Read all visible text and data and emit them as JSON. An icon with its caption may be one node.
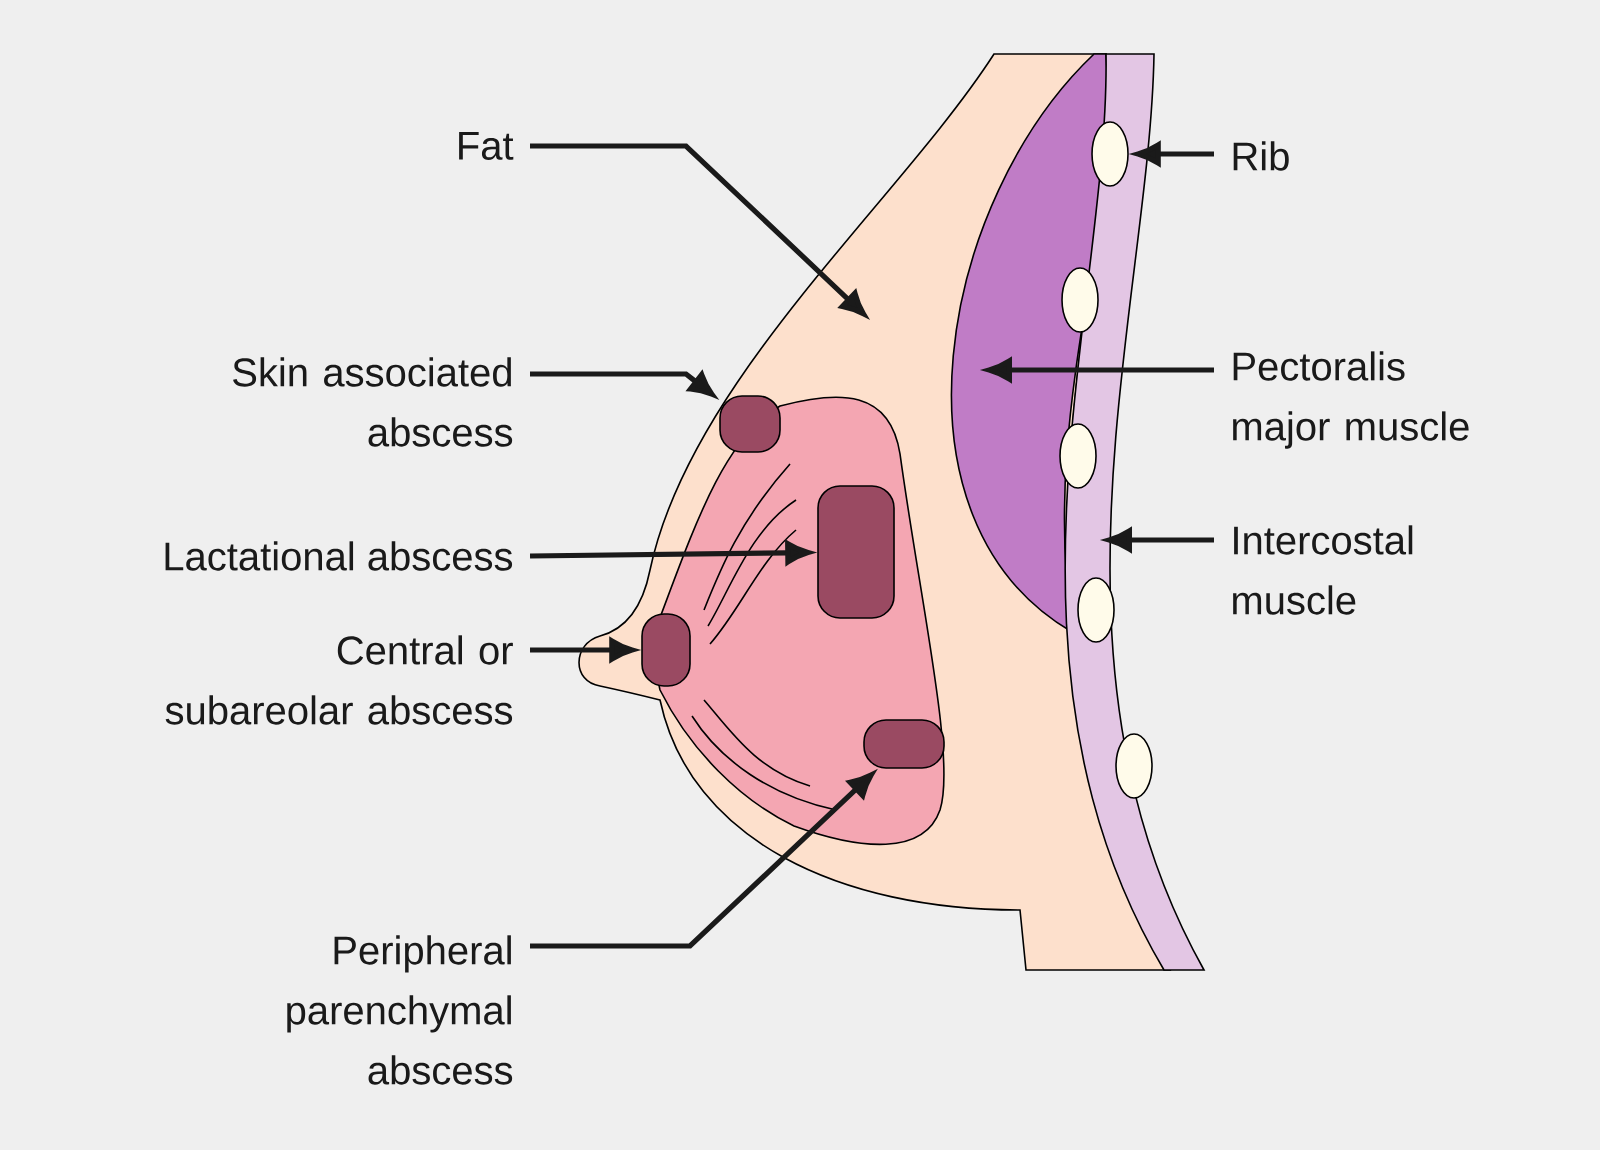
{
  "diagram": {
    "nodes": [
      {
        "text": [
          "Fat"
        ]
      },
      {
        "text": [
          "Skin associated abscess"
        ]
      },
      {
        "text": [
          "Lactational abscess"
        ]
      },
      {
        "text": [
          "Central or subareolar abscess"
        ]
      },
      {
        "text": [
          "Peripheral parenchymal abscess"
        ]
      },
      {
        "text": [
          "Rib"
        ]
      },
      {
        "text": [
          "Pectoralis major muscle"
        ]
      },
      {
        "text": [
          "Intercostal muscle"
        ]
      },
      {
        "text": [],
        "shape": "blob"
      },
      {
        "text": [],
        "shape": "blob"
      },
      {
        "text": [],
        "shape": "blob"
      },
      {
        "text": [],
        "shape": "blob"
      },
      {
        "text": [],
        "shape": "ellipse"
      },
      {
        "text": [],
        "shape": "ellipse"
      },
      {
        "text": [],
        "shape": "ellipse"
      },
      {
        "text": [],
        "shape": "ellipse"
      },
      {
        "text": [],
        "shape": "ellipse"
      }
    ],
    "edges": [
      {
        "from": 0,
        "to": null,
        "arrow": "to"
      },
      {
        "from": 1,
        "to": 8,
        "arrow": "to"
      },
      {
        "from": 2,
        "to": 9,
        "arrow": "to"
      },
      {
        "from": 3,
        "to": 10,
        "arrow": "to"
      },
      {
        "from": 4,
        "to": 11,
        "arrow": "to"
      },
      {
        "from": 5,
        "to": 12,
        "arrow": "to"
      },
      {
        "from": 6,
        "to": null,
        "arrow": "to"
      },
      {
        "from": 7,
        "to": null,
        "arrow": "to"
      }
    ]
  }
}
